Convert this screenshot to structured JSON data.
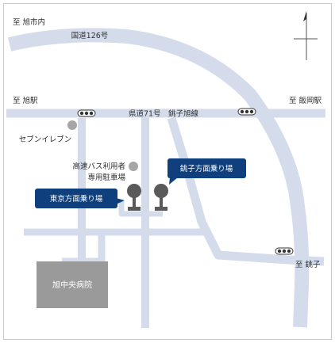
{
  "map": {
    "road_labels": {
      "route126": "国道126号",
      "route71": "県道71号　銚子旭線"
    },
    "direction_labels": {
      "asahi_shinai": "至 旭市内",
      "asahi_station": "至 旭駅",
      "iioka_station": "至 飯岡駅",
      "choshi": "至 銚子"
    },
    "landmarks": {
      "seven_eleven": "セブンイレブン",
      "bus_parking_line1": "高速バス利用者",
      "bus_parking_line2": "専用駐車場",
      "hospital": "旭中央病院"
    },
    "bus_stops": {
      "tokyo_bound": "東京方面乗り場",
      "choshi_bound": "銚子方面乗り場"
    },
    "icons": [
      "north-arrow-icon",
      "traffic-signal-icon",
      "bus-stop-icon",
      "landmark-dot-icon"
    ],
    "colors": {
      "road": "#d4dceb",
      "callout": "#0f3f7d",
      "building": "#9a9a9a",
      "landmark_dot": "#a6a6a6",
      "frame": "#c8c8c8"
    }
  }
}
